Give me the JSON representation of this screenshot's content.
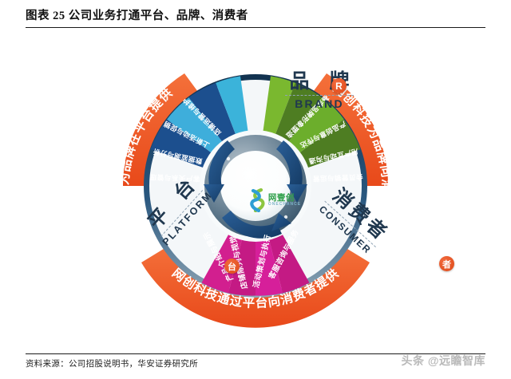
{
  "header": {
    "figure_label": "图表 25",
    "title": "公司业务打通平台、品牌、消费者",
    "full_title": "图表 25  公司业务打通平台、品牌、消费者"
  },
  "footer": {
    "source": "资料来源：公司招股说明书，华安证券研究所",
    "watermark": "头条 @远瞻智库"
  },
  "diagram": {
    "center_logo": {
      "cn": "网壹创",
      "en": "ONECHANCE"
    },
    "quadrants": [
      {
        "id": "brand",
        "cn": "品 牌",
        "en": "BRAND",
        "badge": "R"
      },
      {
        "id": "platform",
        "cn": "平 台",
        "en": "PLATFORM",
        "badge": "台"
      },
      {
        "id": "consumer",
        "cn": "消费者",
        "en": "CONSUMER",
        "badge": "者"
      }
    ],
    "banners": [
      {
        "id": "left",
        "text": "网创科技为品牌在平台提供",
        "color": "#ef5a24"
      },
      {
        "id": "right",
        "text": "网创科技为品牌向消费者提供",
        "color": "#ef5a24"
      },
      {
        "id": "bottom",
        "text": "网创科技通过平台向消费者提供",
        "color": "#ef5a24"
      }
    ],
    "segments": {
      "blue": {
        "accent": "#1f5f9e",
        "items": [
          {
            "label": "店铺运营与维护",
            "color": "#3bb3da"
          },
          {
            "label": "上新活动与促销",
            "color": "#1c4f8e"
          },
          {
            "label": "数据监测与分析",
            "color": "#3eaedb"
          },
          {
            "label": "客户关系与管理",
            "color": "#1c4f8e"
          }
        ]
      },
      "green": {
        "accent": "#5a9e28",
        "items": [
          {
            "label": "基金品牌形象塑造",
            "color": "#4e7d22"
          },
          {
            "label": "产品创意与传达",
            "color": "#6cae2c"
          },
          {
            "label": "用户互动与沟通",
            "color": "#4e7d22"
          },
          {
            "label": "会员营销与运营",
            "color": "#7ab82f"
          }
        ]
      },
      "pink": {
        "accent": "#d61f9a",
        "items": [
          {
            "label": "产品介绍与展示",
            "color": "#d21f8f"
          },
          {
            "label": "店铺陈列与视觉",
            "color": "#c41a84"
          },
          {
            "label": "活动策划与执行",
            "color": "#d61f9a"
          },
          {
            "label": "客服咨询与服务",
            "color": "#c41a84"
          }
        ]
      }
    },
    "colors": {
      "banner": "#ef5a24",
      "ring_dark": "#1b3f66",
      "ring_light": "#e9eef2",
      "center_sphere": "#6d8496",
      "arrow": "#1c4f8e",
      "text_dark": "#20384f"
    }
  }
}
